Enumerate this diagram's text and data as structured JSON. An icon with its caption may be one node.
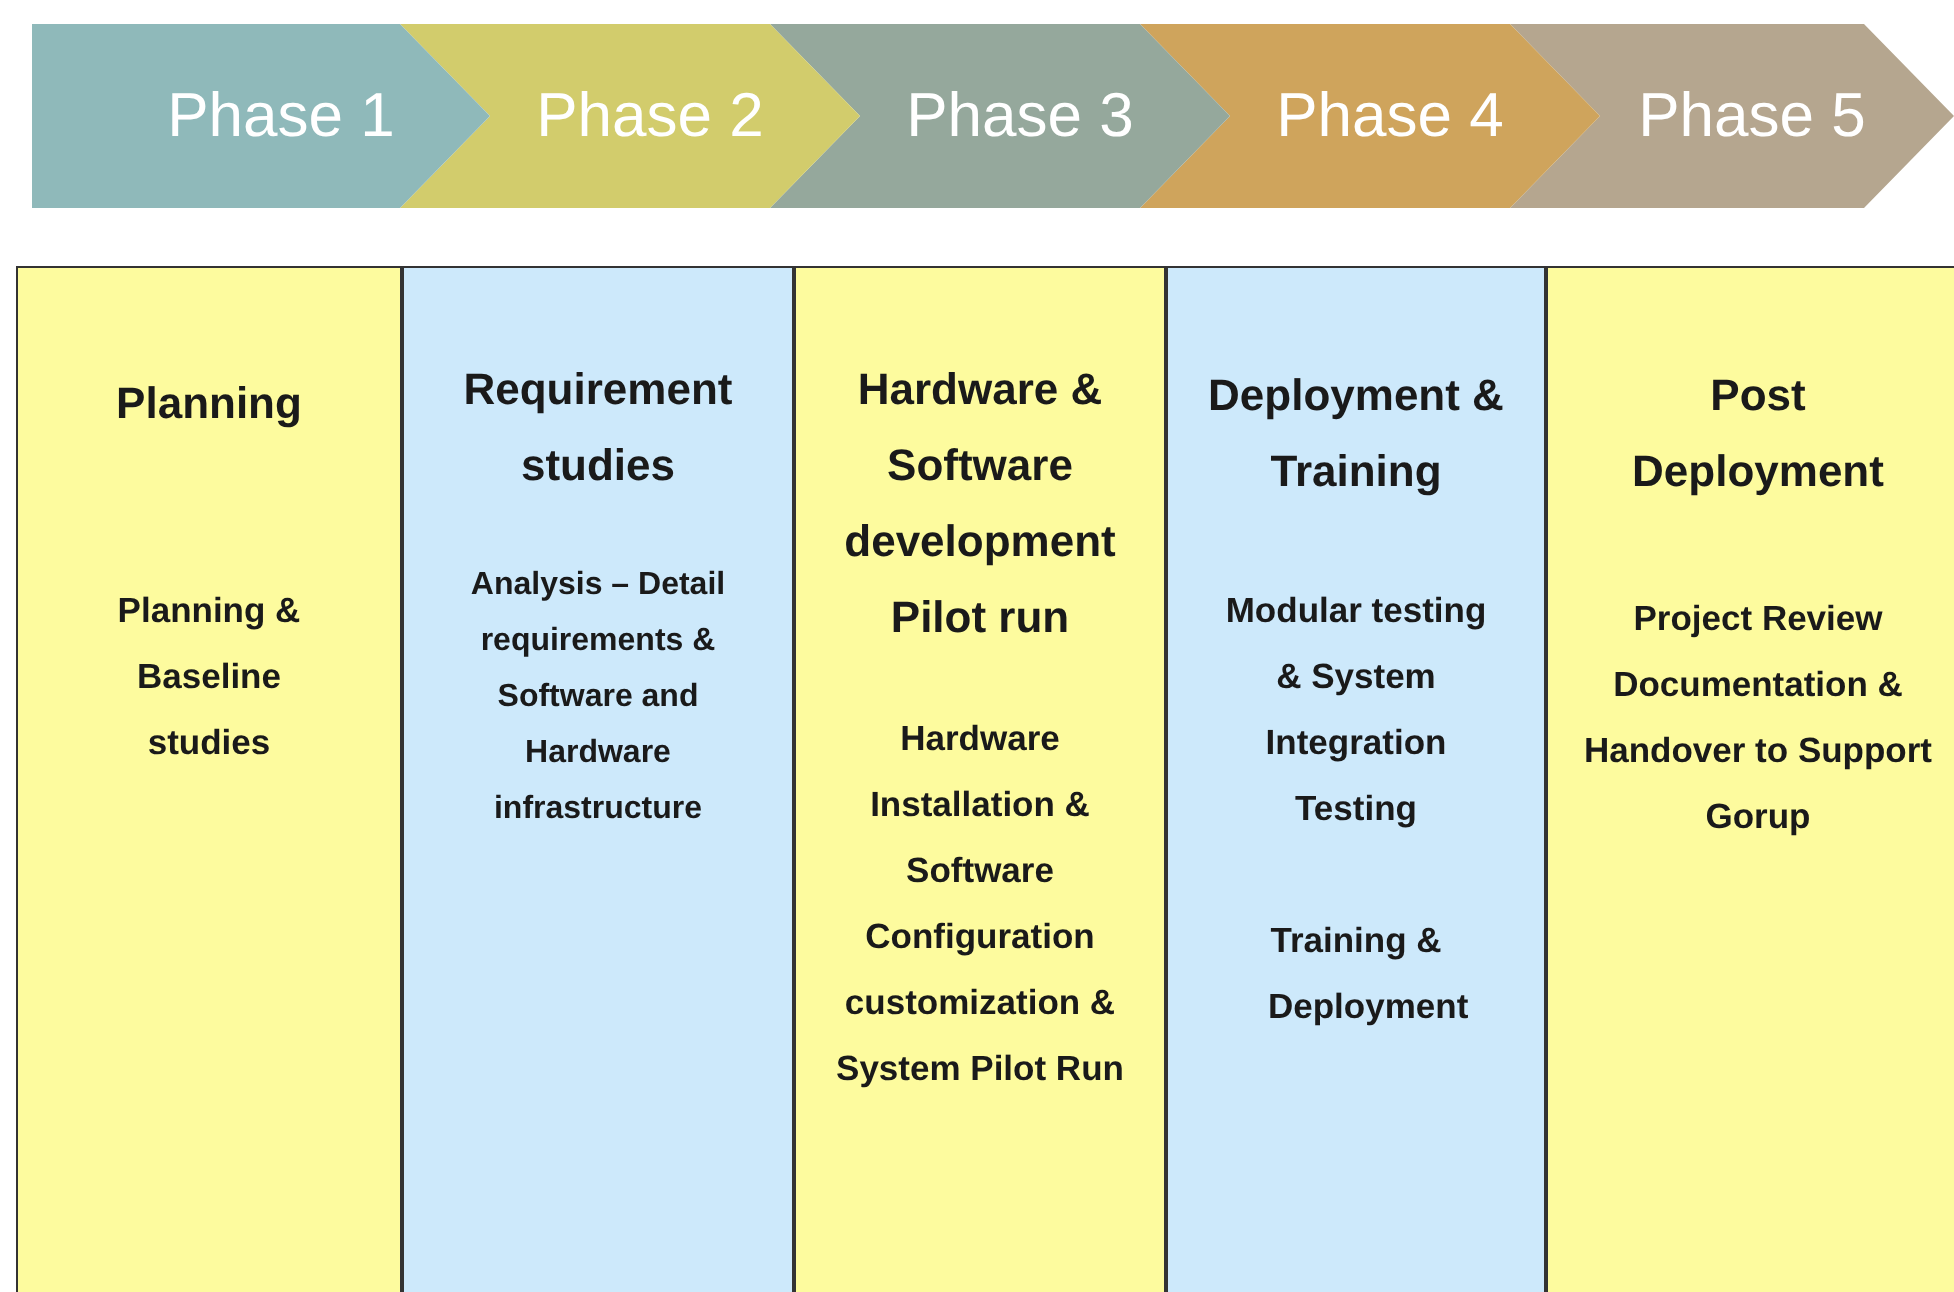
{
  "diagram": {
    "nodes": [
      {
        "text": [
          "Phase 1"
        ]
      },
      {
        "text": [
          "Phase 2"
        ]
      },
      {
        "text": [
          "Phase 3"
        ]
      },
      {
        "text": [
          "Phase 4"
        ]
      },
      {
        "text": [
          "Phase 5"
        ]
      },
      {
        "text": [
          "Planning",
          "Planning & Baseline studies"
        ]
      },
      {
        "text": [
          "Requirement studies",
          "Analysis – Detail requirements & Software and Hardware infrastructure"
        ]
      },
      {
        "text": [
          "Hardware & Software development Pilot run",
          "Hardware Installation & Software Configuration customization & System Pilot Run"
        ]
      },
      {
        "text": [
          "Deployment & Training",
          "Modular testing & System Integration Testing",
          "Training & Deployment"
        ]
      },
      {
        "text": [
          "Post Deployment",
          "Project Review Documentation & Handover to Support Gorup"
        ]
      }
    ],
    "edges": []
  }
}
